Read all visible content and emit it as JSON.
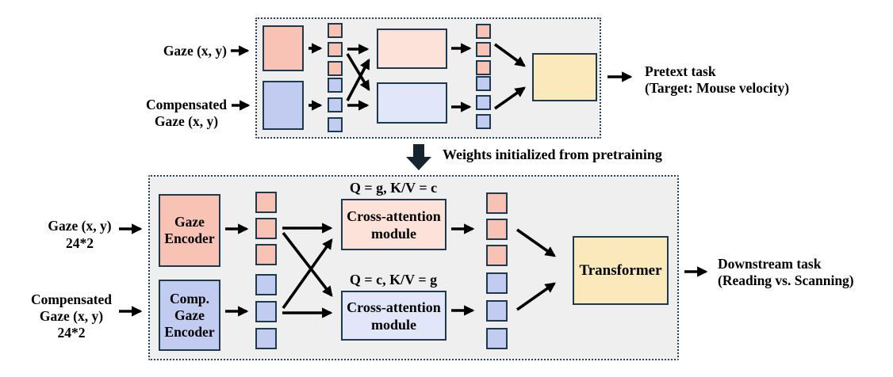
{
  "figure": {
    "type": "model-architecture-diagram",
    "colors": {
      "gaze_stream": "#f8c2b4",
      "compensated_stream": "#c2cbf0",
      "gaze_attention_output": "#fce2d8",
      "compensated_attention_output": "#e1e7f9",
      "head_block": "#fbe9bc",
      "outline": "#1c3a4b",
      "panel_background": "#efefef",
      "arrow": "#000000"
    }
  },
  "pretraining": {
    "gaze_input_label": "Gaze (x, y)",
    "comp_input_label": "Compensated\nGaze (x, y)",
    "output_label": "Pretext task\n(Target: Mouse velocity)",
    "tokens_per_stream": 3
  },
  "transition": {
    "label": "Weights initialized from pretraining"
  },
  "downstream": {
    "gaze_input_label": "Gaze (x, y)\n24*2",
    "comp_input_label": "Compensated\nGaze (x, y)\n24*2",
    "gaze_encoder_label": "Gaze\nEncoder",
    "comp_encoder_label": "Comp.\nGaze\nEncoder",
    "ca_gaze_annotation": "Q = g, K/V = c",
    "ca_comp_annotation": "Q = c, K/V = g",
    "ca_gaze_label": "Cross-attention\nmodule",
    "ca_comp_label": "Cross-attention\nmodule",
    "transformer_label": "Transformer",
    "output_label": "Downstream task\n(Reading vs. Scanning)",
    "tokens_per_stream": 3
  }
}
